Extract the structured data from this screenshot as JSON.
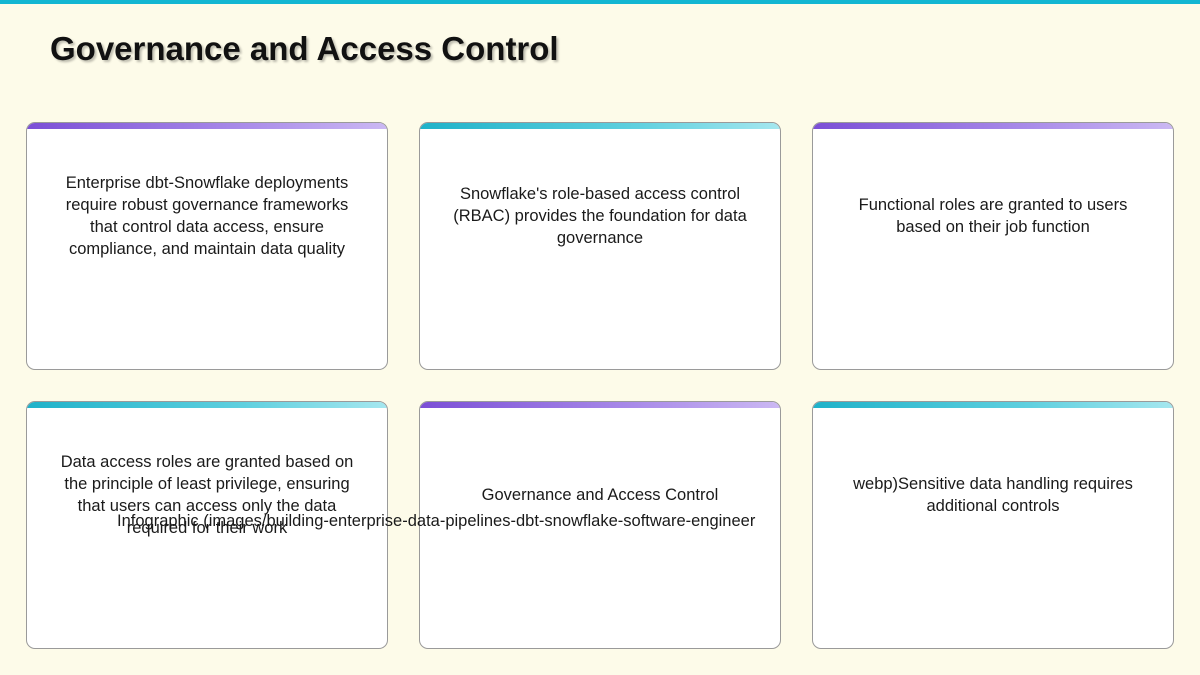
{
  "slide": {
    "title": "Governance and Access Control"
  },
  "cards": [
    {
      "text": "Enterprise dbt-Snowflake deployments require robust governance frameworks that control data access, ensure compliance, and maintain data quality"
    },
    {
      "text": "Snowflake's role-based access control (RBAC) provides the foundation for data governance"
    },
    {
      "text": "Functional roles are granted to users based on their job function"
    },
    {
      "text": "Data access roles are granted based on the principle of least privilege, ensuring that users can access only the data required for their work"
    },
    {
      "text": "Governance and Access Control"
    },
    {
      "text": "webp)Sensitive data handling requires additional controls"
    }
  ],
  "overlay": {
    "text": "Infographic (images/building-enterprise-data-pipelines-dbt-snowflake-software-engineer"
  },
  "colors": {
    "background": "#fdfbe9",
    "top_bar": "#12b6d2",
    "accent_purple": "#7b4fd6",
    "accent_teal": "#1fb2c9"
  }
}
